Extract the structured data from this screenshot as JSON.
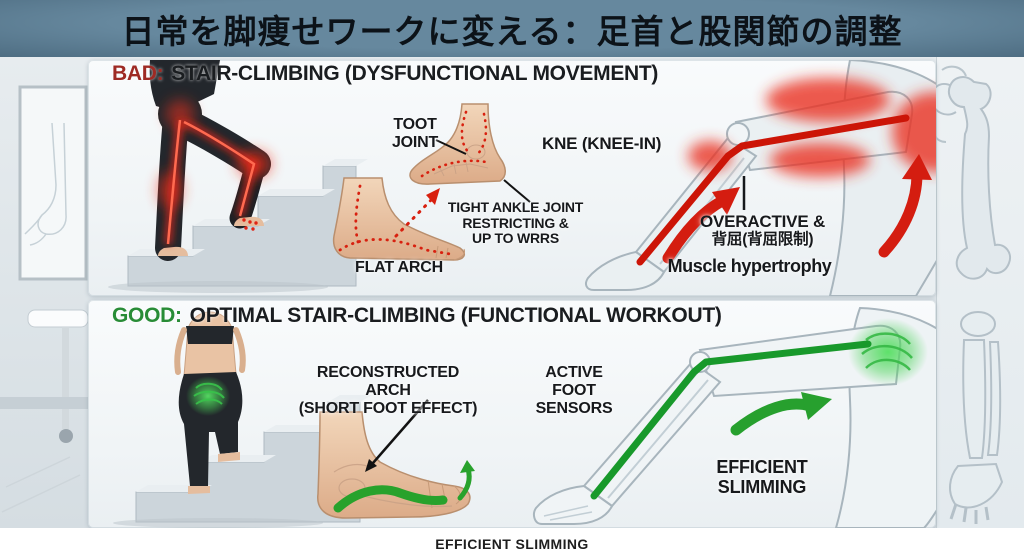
{
  "title": {
    "text": "日常を脚痩せワークに変える：足首と股関節の調整"
  },
  "colors": {
    "title_bar_bg": "#5e8197",
    "bad_accent": "#9e2a24",
    "red_line": "#cc1507",
    "good_accent": "#2e9e3d",
    "green_line": "#18992b",
    "panel_bg": "#f0f4f6"
  },
  "bad_panel": {
    "label": "BAD:",
    "heading": "STAIR-CLIMBING (DYSFUNCTIONAL MOVEMENT)",
    "annotations": {
      "foot_joint_line1": "TOOT",
      "foot_joint_line2": "JOINT",
      "knee_in": "KNE (KNEE-IN)",
      "tight_ankle_line1": "TIGHT ANKLE JOINT",
      "tight_ankle_line2": "RESTRICTING &",
      "tight_ankle_line3": "UP TO WRRS",
      "flat_arch": "FLAT ARCH",
      "overactive_line1": "OVERACTIVE &",
      "overactive_line2": "背屈(背屈限制)",
      "muscle_hypertrophy": "Muscle hypertrophy"
    }
  },
  "good_panel": {
    "label": "GOOD:",
    "heading": "OPTIMAL STAIR-CLIMBING (FUNCTIONAL WORKOUT)",
    "annotations": {
      "reconstructed_line1": "RECONSTRUCTED ARCH",
      "reconstructed_line2": "(SHORT FOOT EFFECT)",
      "active_sensors_line1": "ACTIVE",
      "active_sensors_line2": "FOOT SENSORS",
      "efficient_slimming": "EFFICIENT SLIMMING"
    }
  },
  "footer": {
    "caption": "EFFICIENT SLIMMING"
  }
}
